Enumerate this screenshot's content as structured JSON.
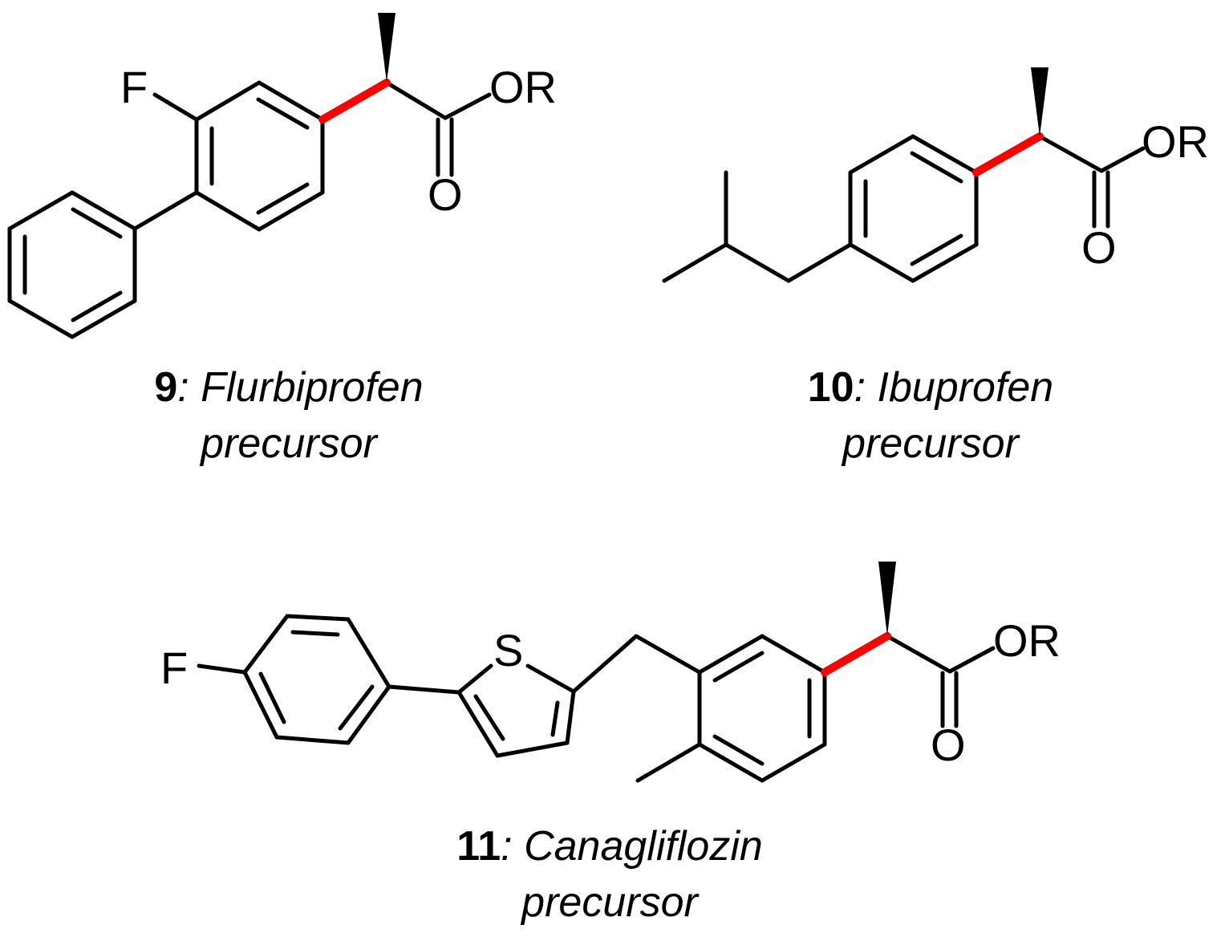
{
  "colors": {
    "bond": "#000000",
    "highlight_bond": "#ff0000",
    "background": "#ffffff"
  },
  "compounds": [
    {
      "id": "9",
      "number": "9",
      "separator": ":",
      "name": "Flurbiprofen",
      "suffix": "precursor",
      "atom_labels": {
        "fluorine": "F",
        "ester": "OR",
        "carbonyl": "O"
      }
    },
    {
      "id": "10",
      "number": "10",
      "separator": ":",
      "name": "Ibuprofen",
      "suffix": "precursor",
      "atom_labels": {
        "ester": "OR",
        "carbonyl": "O"
      }
    },
    {
      "id": "11",
      "number": "11",
      "separator": ":",
      "name": "Canagliflozin",
      "suffix": "precursor",
      "atom_labels": {
        "fluorine": "F",
        "sulfur": "S",
        "ester": "OR",
        "carbonyl": "O"
      }
    }
  ]
}
